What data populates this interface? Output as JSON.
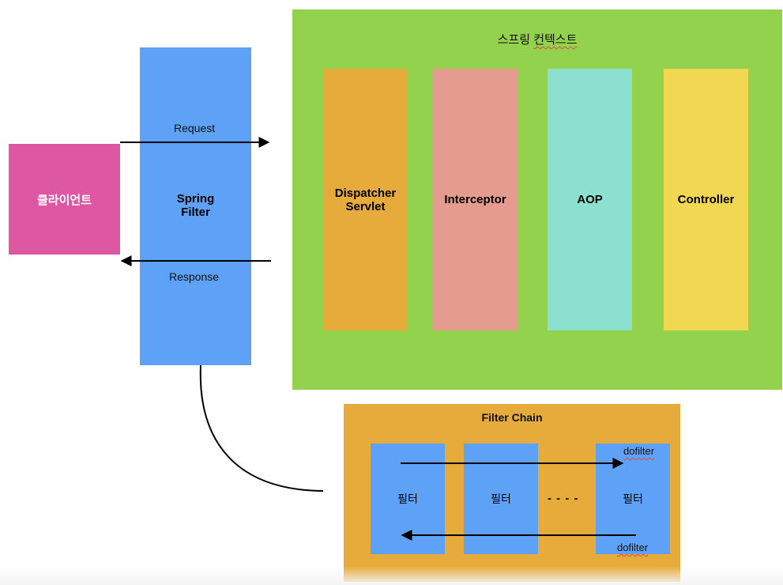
{
  "client": {
    "label": "클라이언트",
    "color": "#dd57a2"
  },
  "filter": {
    "line1": "Spring",
    "line2": "Filter",
    "color": "#5ea2f7"
  },
  "request_label": "Request",
  "response_label": "Response",
  "spring_context": {
    "title": "스프링 컨텍스트",
    "title_prefix": "스프링 ",
    "title_underlined": "컨텍스트",
    "color": "#93d24d",
    "components": [
      {
        "line1": "Dispatcher",
        "line2": "Servlet",
        "color": "#e6ab3a"
      },
      {
        "line1": "Interceptor",
        "line2": "",
        "color": "#e39c8e"
      },
      {
        "line1": "AOP",
        "line2": "",
        "color": "#8be0d0"
      },
      {
        "line1": "Controller",
        "line2": "",
        "color": "#f2d753"
      }
    ]
  },
  "filter_chain": {
    "title": "Filter Chain",
    "color": "#e6ab3a",
    "filters": [
      {
        "label": "필터",
        "color": "#5ea2f7"
      },
      {
        "label": "필터",
        "color": "#5ea2f7"
      },
      {
        "label": "필터",
        "color": "#5ea2f7"
      }
    ],
    "dots": "- - - -",
    "dofilter_top": "dofilter",
    "dofilter_bottom": "dofilter"
  }
}
